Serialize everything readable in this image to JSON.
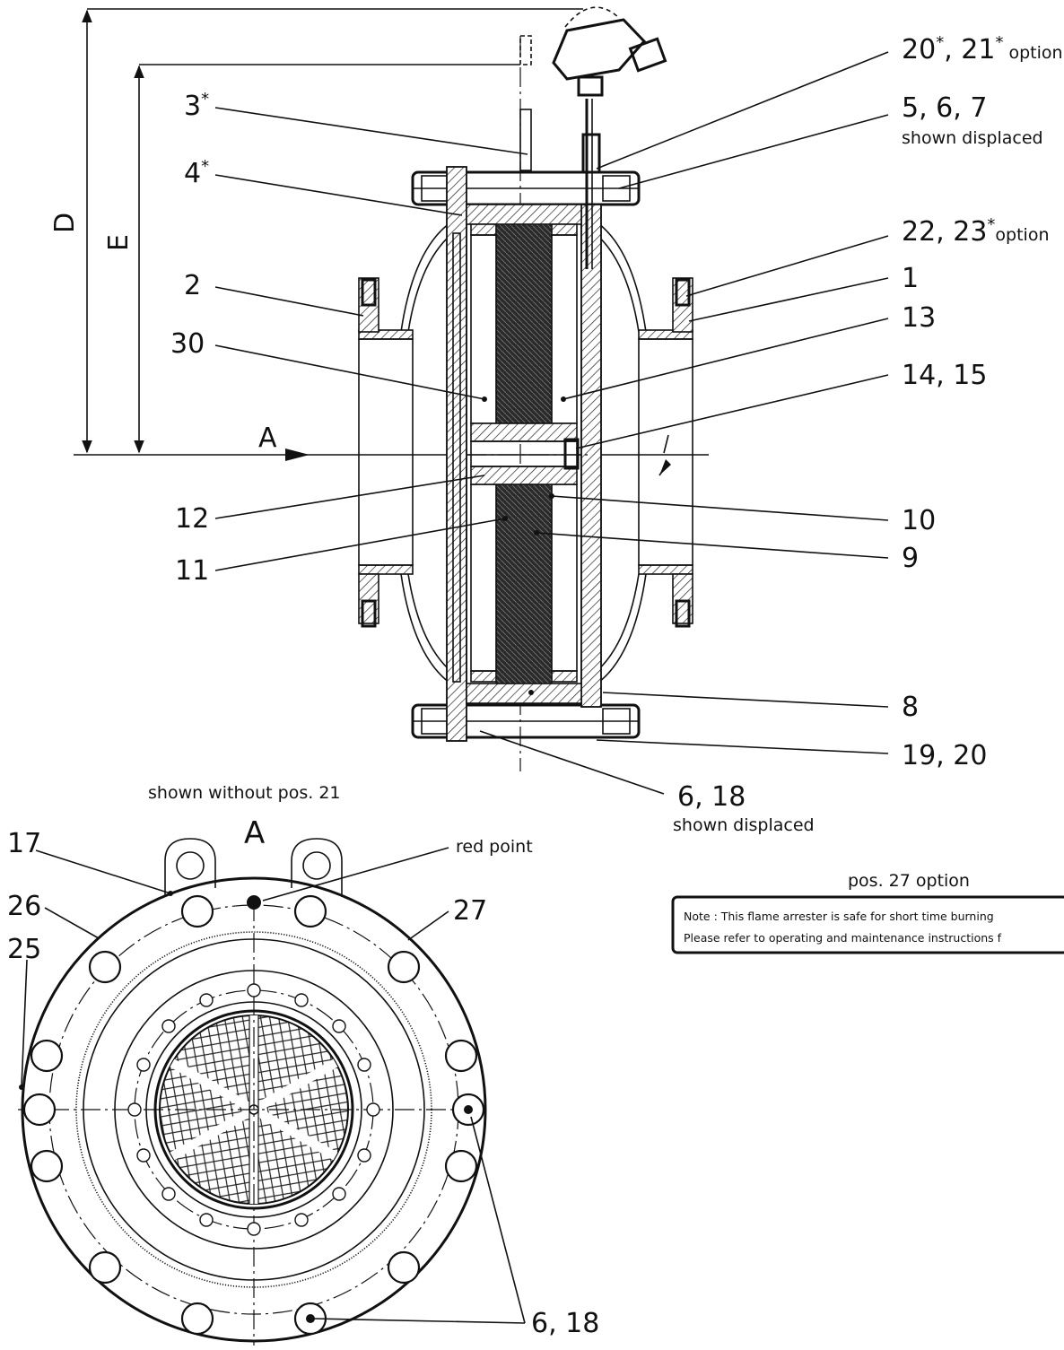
{
  "callouts": {
    "c20_21": "20",
    "c20_21b": "21",
    "c20_21_option": "option",
    "c5_6_7": "5, 6, 7",
    "c5_6_7_sub": "shown displaced",
    "c22_23": "22, 23",
    "c22_23_option": "option",
    "c1": "1",
    "c13": "13",
    "c14_15": "14, 15",
    "c10": "10",
    "c9": "9",
    "c8": "8",
    "c19_20": "19, 20",
    "c6_18": "6, 18",
    "c6_18_sub": "shown displaced",
    "c3": "3",
    "c4": "4",
    "c2": "2",
    "c30": "30",
    "c12": "12",
    "c11": "11",
    "star": "*",
    "dimD": "D",
    "dimE": "E",
    "arrowA": "A"
  },
  "bottom_view": {
    "caption": "shown without pos. 21",
    "view_letter": "A",
    "red_point": "red point",
    "c17": "17",
    "c26": "26",
    "c27": "27",
    "c25": "25",
    "c6_18": "6, 18"
  },
  "option_note": {
    "heading": "pos. 27  option",
    "line1": "Note : This flame arrester is safe for short time burning",
    "line2": "Please refer to operating and maintenance instructions f"
  }
}
